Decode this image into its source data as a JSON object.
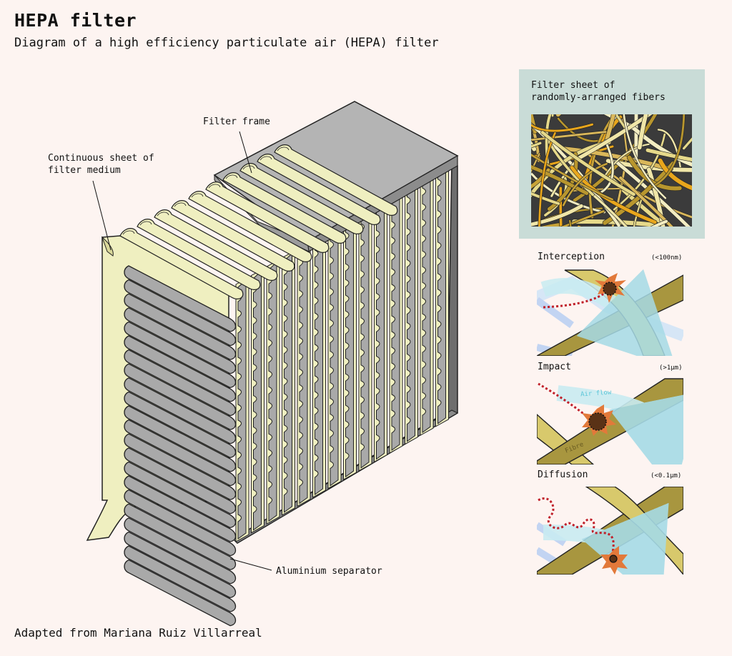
{
  "header": {
    "title": "HEPA filter",
    "subtitle": "Diagram of a high efficiency particulate air (HEPA) filter"
  },
  "diagram": {
    "labels": {
      "filter_frame": "Filter frame",
      "continuous_sheet": [
        "Continuous sheet of",
        "filter medium"
      ],
      "aluminium_separator": "Aluminium separator"
    }
  },
  "fiber_sheet": {
    "title": [
      "Filter sheet of",
      "randomly-arranged fibers"
    ]
  },
  "mechanisms": [
    {
      "name": "Interception",
      "size": "(<100nm)"
    },
    {
      "name": "Impact",
      "size": "(>1μm)",
      "air_label": "Air flow",
      "fibre_label": "Fibre"
    },
    {
      "name": "Diffusion",
      "size": "(<0.1μm)"
    }
  ],
  "credit": "Adapted from Mariana Ruiz Villarreal",
  "colors": {
    "background": "#fdf4f1",
    "frame_top": "#b4b4b4",
    "frame_side": "#777777",
    "separator": "#a9a9a9",
    "medium": "#efefc0",
    "fiber_panel_bg": "#c9dcd7",
    "fibre": "#a8963f",
    "air_flow": "#c9ecf2",
    "particle_path": "#c0202a",
    "particle": "#5a3216"
  }
}
